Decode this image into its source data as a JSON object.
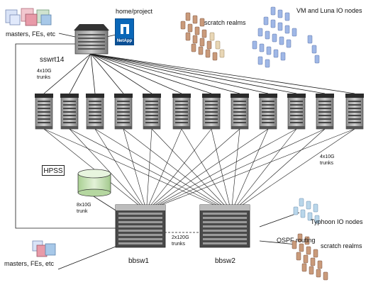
{
  "labels": {
    "home_project": "home/project",
    "netapp": "NetApp",
    "scratch_realms_top": "scratch realms",
    "vm_luna": "VM and Luna IO nodes",
    "masters_top": "masters, FEs, etc",
    "sswrt14": "sswrt14",
    "trunks_4x10g_top": "4x10G trunks",
    "trunks_4x10g_right": "4x10G trunks",
    "hpss": "HPSS",
    "trunk_8x10g": "8x10G trunk",
    "trunks_2x120g": "2x120G trunks",
    "bbsw1": "bbsw1",
    "bbsw2": "bbsw2",
    "typhoon": "Typhoon IO nodes",
    "ospf": "OSPF routing",
    "scratch_realms_bottom": "scratch realms",
    "masters_bottom": "masters, FEs, etc"
  },
  "colors": {
    "chassis_dark": "#3a3a3a",
    "chassis_light": "#c9c9c9",
    "link": "#1a1a1a",
    "scratch_node": "#c99a7a",
    "vm_node": "#9fb7e6",
    "typhoon_node": "#b9d6ea",
    "hpss_drum": "#cfe6bf",
    "netapp_blue": "#0a67b8"
  },
  "icons": {
    "switch": "network-switch-chassis-icon",
    "node": "server-node-icon",
    "storage": "disk-storage-icon"
  }
}
